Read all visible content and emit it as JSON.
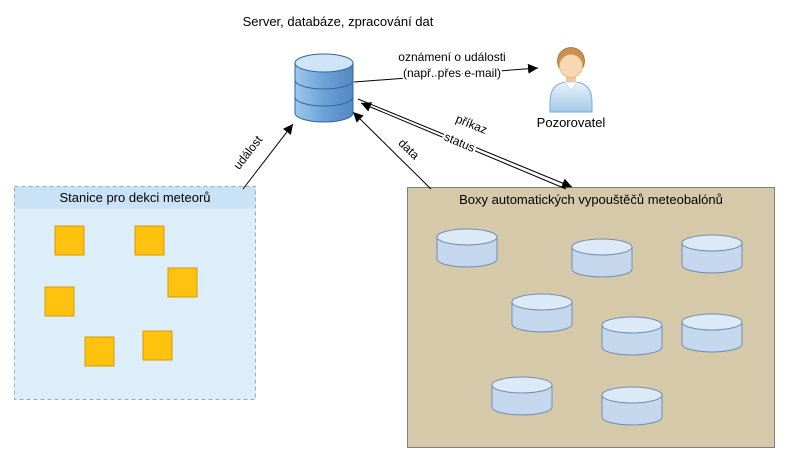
{
  "page": {
    "title": "Server, databáze, zpracování dat",
    "observer": {
      "label": "Pozorovatel"
    },
    "station_box": {
      "title": "Stanice pro dekci meteorů",
      "square_count": 6
    },
    "launcher_box": {
      "title": "Boxy automatických vypouštěčů meteobalónů",
      "cylinder_count": 8
    },
    "edges": {
      "event_label": "událost",
      "notification_label_line1": "oznámení o události",
      "notification_label_line2": "(např. přes e-mail)",
      "command_label": "příkaz",
      "status_label": "status",
      "data_label": "data"
    },
    "colors": {
      "database_blue": "#5d93cc",
      "station_fill": "#ddeefb",
      "station_header_fill": "#c9e2f6",
      "launcher_fill": "#d6c9a9",
      "square_yellow": "#ffc20e",
      "square_border": "#d79b00",
      "cylinder_fill": "#c4d7ec"
    }
  }
}
